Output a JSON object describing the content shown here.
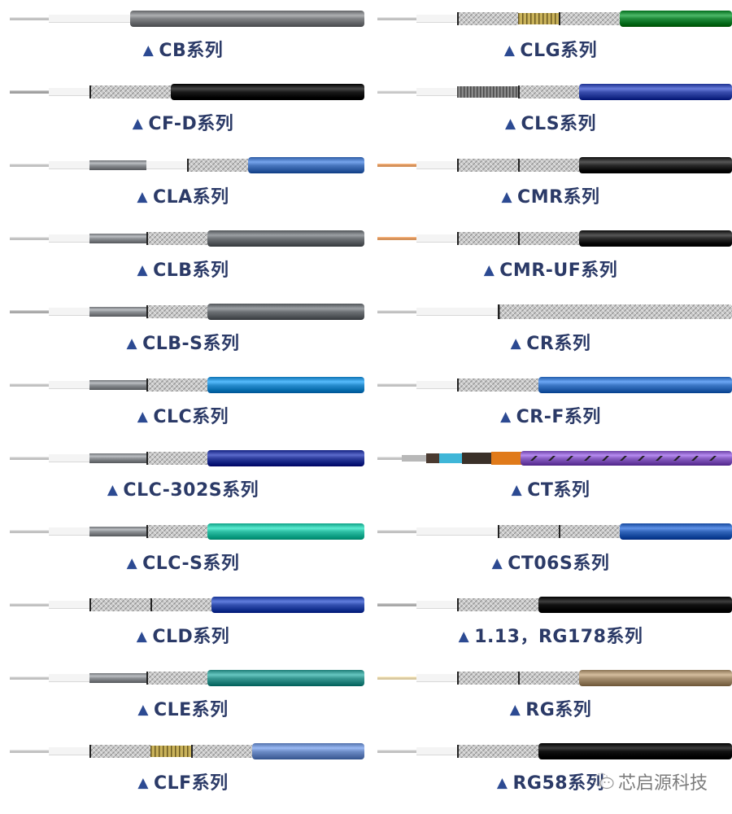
{
  "page": {
    "background": "#ffffff",
    "label_color": "#2b3a67",
    "marker_color": "#2c4a92"
  },
  "marker": "▲",
  "watermark": {
    "text": "芯启源科技",
    "icon": "wechat-icon"
  },
  "cables": [
    {
      "label": "CB系列",
      "jacket": "#808285",
      "layers": [
        "core",
        "dielectric-long"
      ],
      "core": "#c0c0c0"
    },
    {
      "label": "CLG系列",
      "jacket": "#1f8a3a",
      "layers": [
        "core",
        "dielectric",
        "braid",
        "gold-tape",
        "braid"
      ],
      "core": "#c0c0c0"
    },
    {
      "label": "CF-D系列",
      "jacket": "#1a1a1a",
      "layers": [
        "core-stranded",
        "dielectric",
        "braid-long"
      ],
      "core": "#a0a0a0"
    },
    {
      "label": "CLS系列",
      "jacket": "#3b4fae",
      "layers": [
        "core-stranded",
        "dielectric",
        "spiral",
        "braid"
      ],
      "core": "#c8c8c8"
    },
    {
      "label": "CLA系列",
      "jacket": "#4a78c0",
      "layers": [
        "core",
        "dielectric",
        "tube",
        "dielectric",
        "braid"
      ],
      "core": "#c0c0c0"
    },
    {
      "label": "CMR系列",
      "jacket": "#2a2a2a",
      "layers": [
        "core",
        "dielectric",
        "braid",
        "braid"
      ],
      "core": "#d4915a"
    },
    {
      "label": "CLB系列",
      "jacket": "#6f7377",
      "layers": [
        "core",
        "dielectric",
        "tube",
        "braid"
      ],
      "core": "#c0c0c0"
    },
    {
      "label": "CMR-UF系列",
      "jacket": "#2a2a2a",
      "layers": [
        "core",
        "dielectric",
        "braid",
        "braid"
      ],
      "core": "#d4915a"
    },
    {
      "label": "CLB-S系列",
      "jacket": "#6f7377",
      "layers": [
        "core-stranded",
        "dielectric",
        "tube",
        "braid"
      ],
      "core": "#a8a8a8"
    },
    {
      "label": "CR系列",
      "jacket": "braid",
      "layers": [
        "core",
        "dielectric-long"
      ],
      "core": "#c0c0c0"
    },
    {
      "label": "CLC系列",
      "jacket": "#2a8fd0",
      "layers": [
        "core",
        "dielectric",
        "tube",
        "braid"
      ],
      "core": "#c0c0c0"
    },
    {
      "label": "CR-F系列",
      "jacket": "#3f7ac8",
      "layers": [
        "core",
        "dielectric",
        "braid-long"
      ],
      "core": "#c0c0c0"
    },
    {
      "label": "CLC-302S系列",
      "jacket": "#2f3e9e",
      "layers": [
        "core",
        "dielectric",
        "tube",
        "braid"
      ],
      "core": "#c0c0c0"
    },
    {
      "label": "CT系列",
      "jacket": "#8a5fc4",
      "layers": [
        "ct-special"
      ],
      "core": "#c0c0c0"
    },
    {
      "label": "CLC-S系列",
      "jacket": "#2ebfa4",
      "layers": [
        "core",
        "dielectric",
        "tube",
        "braid"
      ],
      "core": "#c0c0c0"
    },
    {
      "label": "CT06S系列",
      "jacket": "#3366bb",
      "layers": [
        "core",
        "dielectric-long",
        "braid",
        "braid"
      ],
      "core": "#c0c0c0"
    },
    {
      "label": "CLD系列",
      "jacket": "#3451b0",
      "layers": [
        "core",
        "dielectric",
        "braid",
        "braid"
      ],
      "core": "#c0c0c0"
    },
    {
      "label": "1.13，RG178系列",
      "jacket": "#111111",
      "layers": [
        "core-stranded",
        "dielectric",
        "braid-long"
      ],
      "core": "#a8a8a8"
    },
    {
      "label": "CLE系列",
      "jacket": "#3a9a94",
      "layers": [
        "core",
        "dielectric",
        "tube",
        "braid"
      ],
      "core": "#c0c0c0"
    },
    {
      "label": "RG系列",
      "jacket": "#a89172",
      "layers": [
        "core",
        "dielectric",
        "braid",
        "braid"
      ],
      "core": "#d8c8a0"
    },
    {
      "label": "CLF系列",
      "jacket": "#6f8ec8",
      "layers": [
        "core",
        "dielectric",
        "braid",
        "gold-tape",
        "braid"
      ],
      "core": "#c0c0c0"
    },
    {
      "label": "RG58系列",
      "jacket": "#111111",
      "layers": [
        "core",
        "dielectric",
        "braid-long"
      ],
      "core": "#c0c0c0"
    }
  ]
}
